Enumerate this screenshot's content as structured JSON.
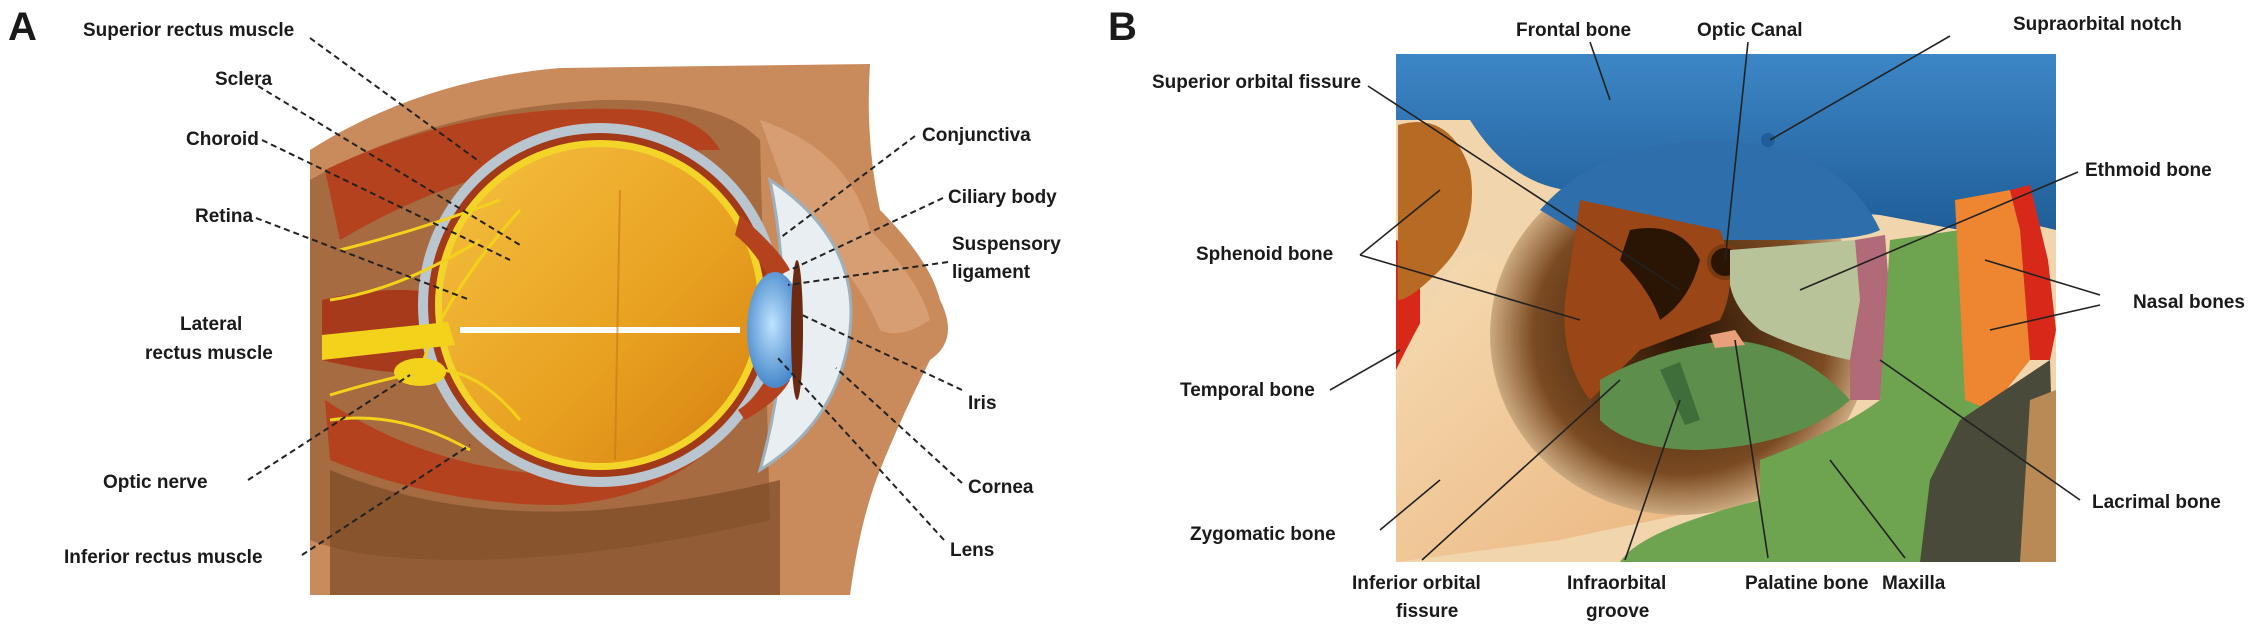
{
  "panels": {
    "a": {
      "letter": "A",
      "labels": {
        "superior_rectus": "Superior rectus muscle",
        "sclera": "Sclera",
        "choroid": "Choroid",
        "retina": "Retina",
        "lateral_rectus_1": "Lateral",
        "lateral_rectus_2": "rectus muscle",
        "optic_nerve": "Optic nerve",
        "inferior_rectus": "Inferior rectus muscle",
        "conjunctiva": "Conjunctiva",
        "ciliary_body": "Ciliary body",
        "suspensory_1": "Suspensory",
        "suspensory_2": "ligament",
        "iris": "Iris",
        "cornea": "Cornea",
        "lens": "Lens"
      }
    },
    "b": {
      "letter": "B",
      "labels": {
        "frontal_bone": "Frontal bone",
        "optic_canal": "Optic Canal",
        "supraorbital_notch": "Supraorbital notch",
        "superior_orbital_fissure": "Superior orbital fissure",
        "ethmoid_bone": "Ethmoid bone",
        "sphenoid_bone": "Sphenoid bone",
        "nasal_bones": "Nasal bones",
        "temporal_bone": "Temporal bone",
        "lacrimal_bone": "Lacrimal bone",
        "zygomatic_bone": "Zygomatic bone",
        "inferior_orbital_fissure_1": "Inferior orbital",
        "inferior_orbital_fissure_2": "fissure",
        "infraorbital_groove_1": "Infraorbital",
        "infraorbital_groove_2": "groove",
        "palatine_bone": "Palatine bone",
        "maxilla": "Maxilla"
      }
    }
  },
  "colors": {
    "skin": "#c9875a",
    "skin_dark": "#8a5530",
    "muscle": "#b5421f",
    "eyeball": "#e8a020",
    "nerve": "#f2d21a",
    "iris_blue": "#4a8fd0",
    "frontal": "#2f78b8",
    "sphenoid": "#8c3f12",
    "ethmoid": "#b9c39a",
    "lacrimal": "#b06a78",
    "maxilla": "#6ea34f",
    "zygomatic": "#f1c995",
    "nasal": "#ee8530",
    "temporal_red": "#d8281a"
  }
}
